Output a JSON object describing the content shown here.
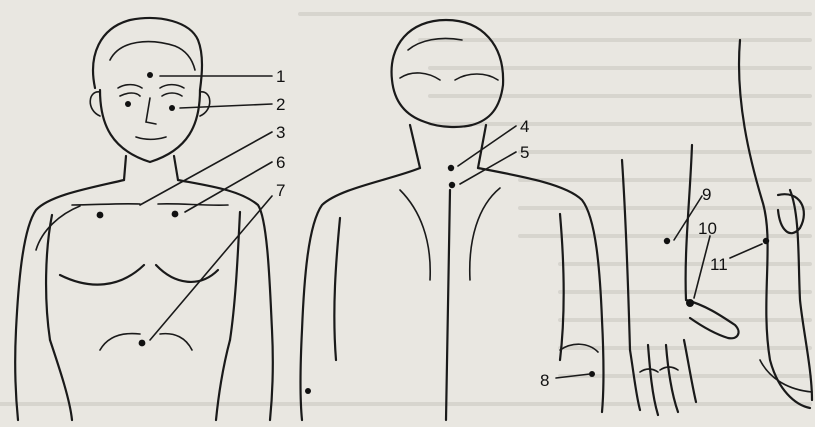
{
  "labels": {
    "l1": "1",
    "l2": "2",
    "l3": "3",
    "l4": "4",
    "l5": "5",
    "l6": "6",
    "l7": "7",
    "l8": "8",
    "l9": "9",
    "l10": "10",
    "l11": "11"
  },
  "colors": {
    "paper": "#e9e7e1",
    "ink": "#1a1a1a",
    "faded_text": "#8f8c86"
  }
}
